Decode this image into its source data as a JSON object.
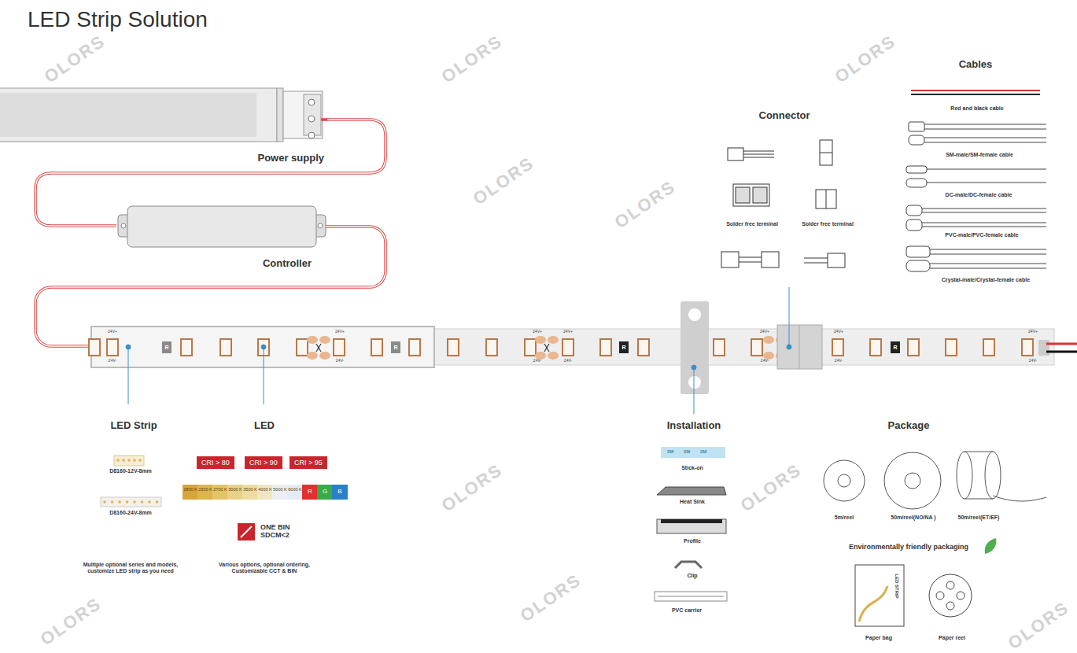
{
  "diagram": {
    "title": "LED Strip Solution",
    "nodes": [
      {
        "text": [
          "Power supply"
        ]
      },
      {
        "text": [
          "Controller"
        ]
      },
      {
        "text": [
          "CRI > 80"
        ]
      },
      {
        "text": [
          "CRI > 90"
        ]
      },
      {
        "text": [
          "CRI > 95"
        ]
      },
      {
        "text": [
          "1800 K"
        ]
      },
      {
        "text": [
          "2300 K"
        ]
      },
      {
        "text": [
          "2700 K"
        ]
      },
      {
        "text": [
          "3000 K"
        ]
      },
      {
        "text": [
          "3500 K"
        ]
      },
      {
        "text": [
          "4000 K"
        ]
      },
      {
        "text": [
          "5000 K"
        ]
      },
      {
        "text": [
          "6000 K"
        ]
      },
      {
        "text": [
          "R"
        ]
      },
      {
        "text": [
          "G"
        ]
      },
      {
        "text": [
          "B"
        ]
      }
    ],
    "edges": [
      {
        "from": 0,
        "to": 1,
        "arrow": "none"
      }
    ],
    "labels": [
      "Connector",
      "Cables",
      "Red and black cable",
      "SM-male/SM-female cable",
      "DC-male/DC-female cable",
      "PVC-male/PVC-female cable",
      "Crystal-male/Crystal-female cable",
      "Solder free terminal",
      "Solder free terminal",
      "LED Strip",
      "LED",
      "Installation",
      "Package",
      "D8160-12V-8mm",
      "D8160-24V-8mm",
      "Multiple optional series and models, customize LED strip as you need",
      "ONE BIN SDCM<2",
      "Various options, optional ordering, Customizable CCT & BIN",
      "Stick-on",
      "Heat Sink",
      "Profile",
      "Clip",
      "PVC carrier",
      "5m/reel",
      "50m/reel(NO/NA )",
      "50m/reel(ET/EF)",
      "Environmentally friendly packaging",
      "Paper bag",
      "Paper reel",
      "LED STRIP",
      "3M",
      "3M",
      "3M",
      "24V+",
      "24V+",
      "24V+",
      "24V+",
      "24V+",
      "24V+",
      "24V+",
      "24V-",
      "24V-",
      "24V-",
      "24V-",
      "24V-",
      "24V-",
      "24V-",
      "R",
      "R",
      "R",
      "R",
      "OLORS",
      "OLORS",
      "OLORS",
      "OLORS",
      "OLORS",
      "OLORS",
      "OLORS",
      "OLORS",
      "OLORS",
      "OLORS"
    ]
  }
}
